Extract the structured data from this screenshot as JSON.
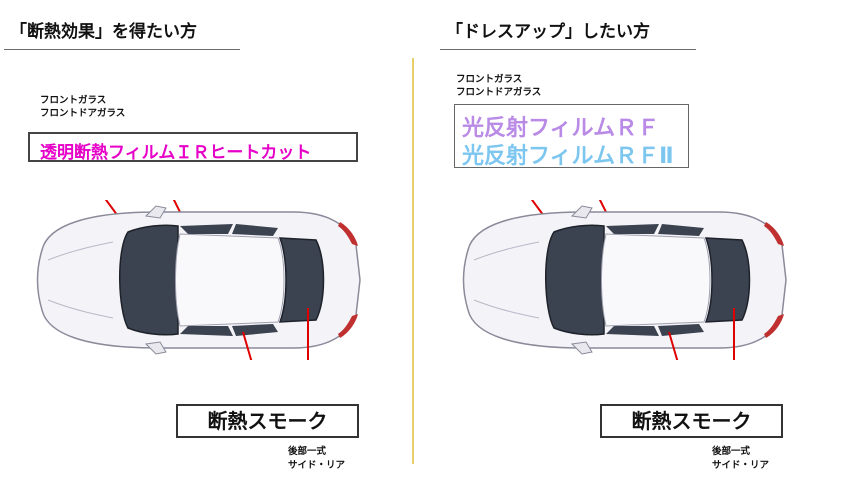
{
  "left": {
    "heading": "「断熱効果」を得たい方",
    "front_note_1": "フロントガラス",
    "front_note_2": "フロントドアガラス",
    "film_label": "透明断熱フィルムＩＲヒートカット",
    "smoke_label": "断熱スモーク",
    "rear_note_1": "後部一式",
    "rear_note_2": "サイド・リア"
  },
  "right": {
    "heading": "「ドレスアップ」したい方",
    "front_note_1": "フロントガラス",
    "front_note_2": "フロントドアガラス",
    "film_label_1": "光反射フィルムＲＦ",
    "film_label_2": "光反射フィルムＲＦⅡ",
    "smoke_label": "断熱スモーク",
    "rear_note_1": "後部一式",
    "rear_note_2": "サイド・リア"
  },
  "colors": {
    "film_pink": "#e600c8",
    "rf_purple": "#b98ae6",
    "rf_blue": "#7cc6f0",
    "leader_line": "#e00000",
    "divider": "#e8cf6a",
    "tinted_glass": "#3b4250",
    "car_body": "#f4f4f8"
  }
}
